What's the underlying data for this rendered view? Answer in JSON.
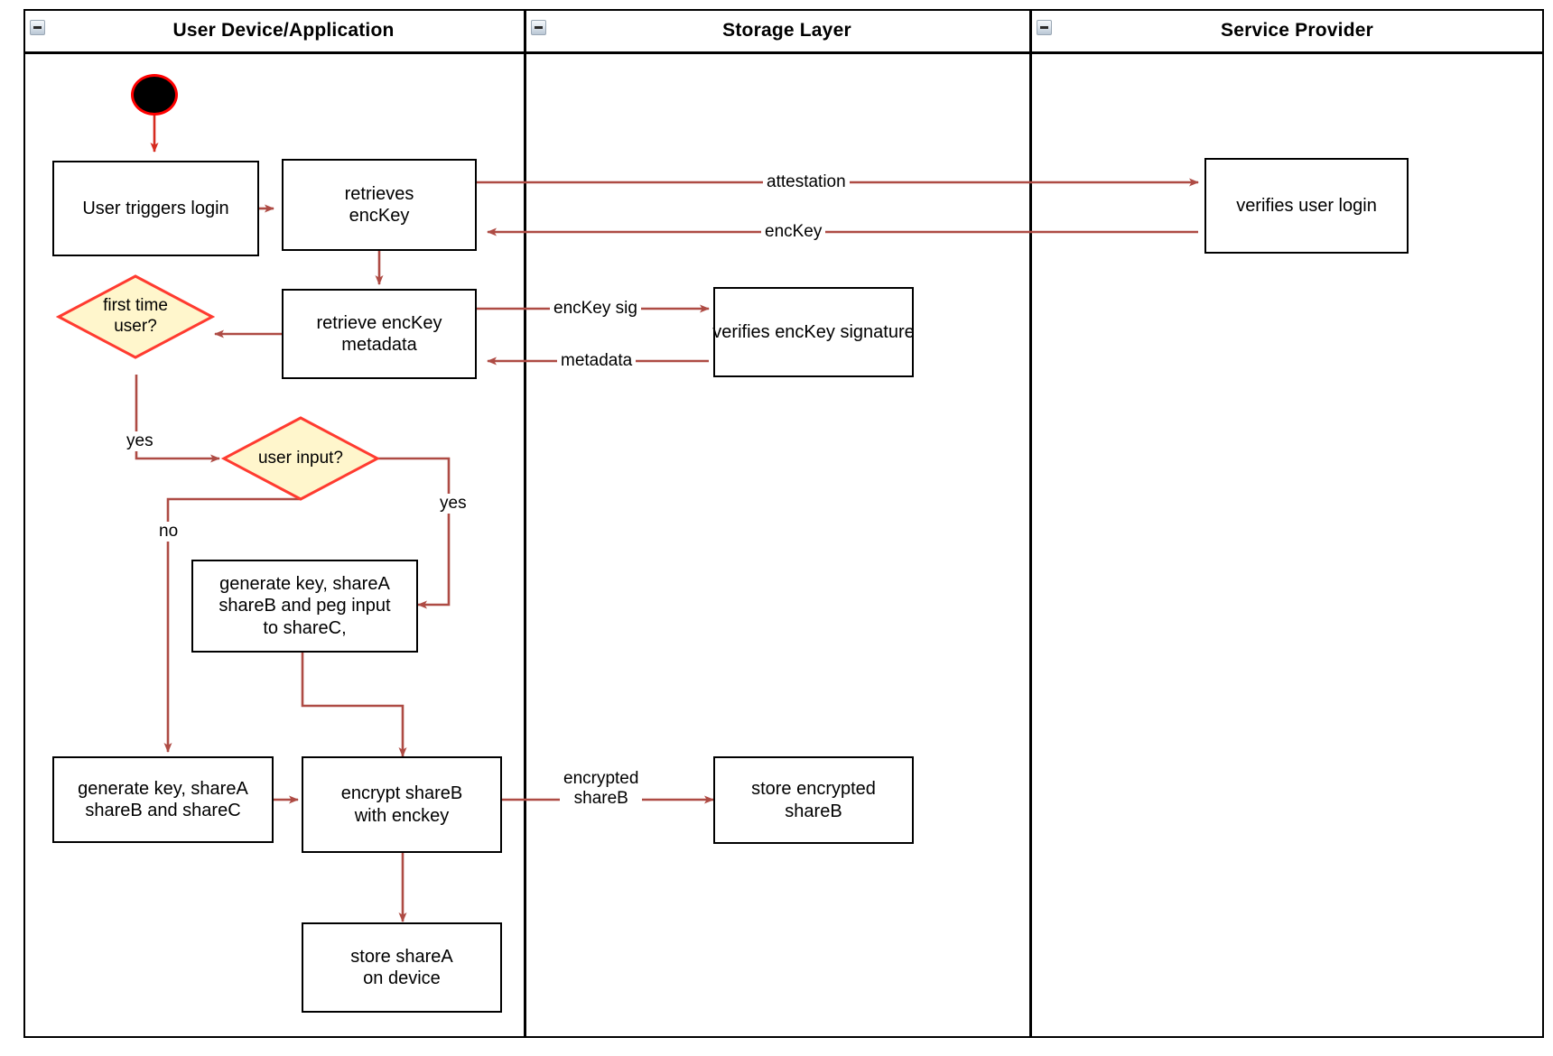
{
  "diagram": {
    "type": "swimlane-activity-diagram",
    "lanes": [
      {
        "id": "user-device",
        "title": "User Device/Application",
        "collapse_icon": "collapse-minus-icon"
      },
      {
        "id": "storage-layer",
        "title": "Storage Layer",
        "collapse_icon": "collapse-minus-icon"
      },
      {
        "id": "service-provider",
        "title": "Service Provider",
        "collapse_icon": "collapse-minus-icon"
      }
    ],
    "colors": {
      "node_border": "#000000",
      "node_fill": "#ffffff",
      "decision_fill": "#fff6cc",
      "decision_border": "#ff3b30",
      "edge": "#ae4b44",
      "start_fill": "#000000",
      "start_border": "#ff0000",
      "lane_border": "#000000"
    },
    "start_node": {
      "name": "start-node"
    },
    "nodes": [
      {
        "id": "user-triggers-login",
        "lane": "user-device",
        "label": "User triggers login"
      },
      {
        "id": "retrieves-enckey",
        "lane": "user-device",
        "label": "retrieves\nencKey"
      },
      {
        "id": "retrieve-metadata",
        "lane": "user-device",
        "label": "retrieve encKey\nmetadata"
      },
      {
        "id": "generate-peg",
        "lane": "user-device",
        "label": "generate key, shareA\nshareB and peg input\nto shareC,"
      },
      {
        "id": "generate-shares",
        "lane": "user-device",
        "label": "generate key, shareA\nshareB and shareC"
      },
      {
        "id": "encrypt-shareb",
        "lane": "user-device",
        "label": "encrypt shareB\nwith enckey"
      },
      {
        "id": "store-sharea",
        "lane": "user-device",
        "label": "store shareA\non device"
      },
      {
        "id": "verifies-signature",
        "lane": "storage-layer",
        "label": "verifies encKey signature"
      },
      {
        "id": "store-encrypted-shareb",
        "lane": "storage-layer",
        "label": "store encrypted\nshareB"
      },
      {
        "id": "verifies-user-login",
        "lane": "service-provider",
        "label": "verifies user login"
      }
    ],
    "decisions": [
      {
        "id": "first-time-user",
        "lane": "user-device",
        "label": "first time\nuser?"
      },
      {
        "id": "user-input",
        "lane": "user-device",
        "label": "user input?"
      }
    ],
    "edge_labels": [
      {
        "id": "attestation",
        "text": "attestation"
      },
      {
        "id": "enckey",
        "text": "encKey"
      },
      {
        "id": "enckey-sig",
        "text": "encKey sig"
      },
      {
        "id": "metadata",
        "text": "metadata"
      },
      {
        "id": "yes-first-time",
        "text": "yes"
      },
      {
        "id": "yes-user-input",
        "text": "yes"
      },
      {
        "id": "no-user-input",
        "text": "no"
      },
      {
        "id": "encrypted-shareb",
        "text": "encrypted\nshareB"
      }
    ]
  }
}
